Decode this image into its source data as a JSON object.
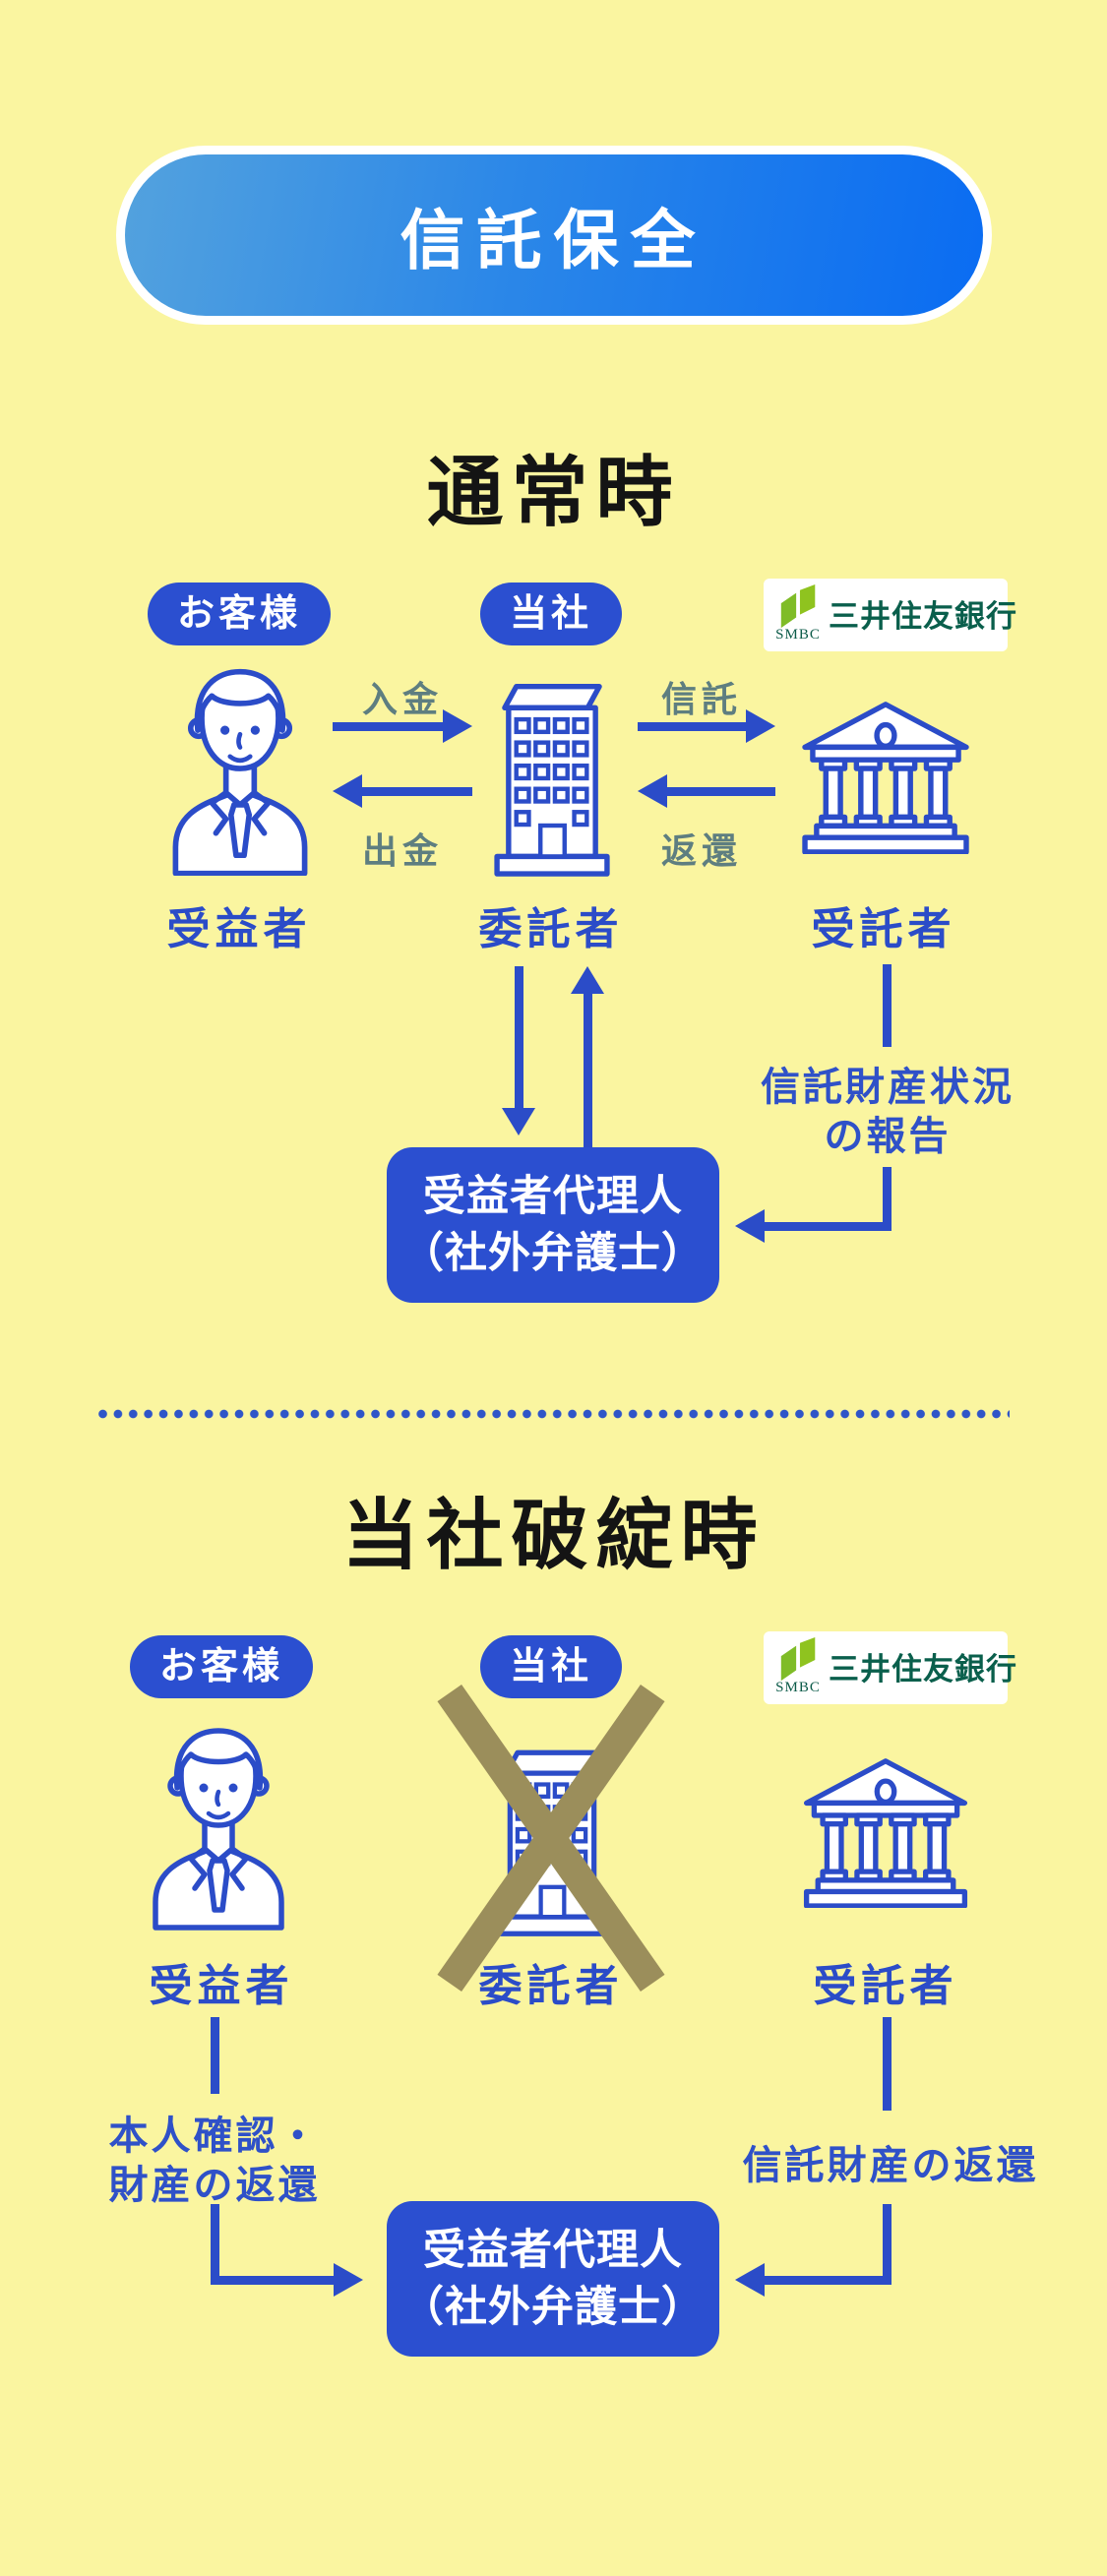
{
  "header": {
    "title": "信託保全"
  },
  "s1": {
    "title": "通常時",
    "badge_customer": "お客様",
    "badge_company": "当社",
    "smbc": {
      "initials": "SMBC",
      "name": "三井住友銀行"
    },
    "flow_deposit": "入金",
    "flow_withdraw": "出金",
    "flow_trust": "信託",
    "flow_return": "返還",
    "actor_beneficiary": "受益者",
    "actor_trustor": "委託者",
    "actor_trustee": "受託者",
    "report_line1": "信託財産状況",
    "report_line2": "の報告",
    "agent_line1": "受益者代理人",
    "agent_line2": "（社外弁護士）"
  },
  "s2": {
    "title": "当社破綻時",
    "badge_customer": "お客様",
    "badge_company": "当社",
    "smbc": {
      "initials": "SMBC",
      "name": "三井住友銀行"
    },
    "actor_beneficiary": "受益者",
    "actor_trustor": "委託者",
    "actor_trustee": "受託者",
    "identity_line1": "本人確認・",
    "identity_line2": "財産の返還",
    "trust_return": "信託財産の返還",
    "agent_line1": "受益者代理人",
    "agent_line2": "（社外弁護士）"
  },
  "colors": {
    "background": "#FAF5A0",
    "primary_blue": "#2B4CC8",
    "badge_blue": "#2B4FD0",
    "header_gradient_start": "#53A2DE",
    "header_gradient_end": "#0A6CF2",
    "flow_label_teal": "#5E7E80",
    "bankrupt_x_olive": "#9B8E5B",
    "smbc_green": "#8FC31F",
    "smbc_text_green": "#0A5F4C"
  }
}
